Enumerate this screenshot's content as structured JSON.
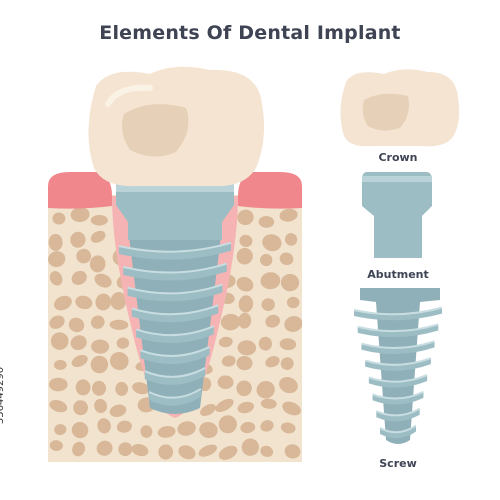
{
  "title": "Elements Of Dental Implant",
  "labels": {
    "crown": "Crown",
    "abutment": "Abutment",
    "screw": "Screw"
  },
  "watermark_id": "556449290",
  "colors": {
    "crown": "#f4e4d1",
    "crown_shade": "#e6d1b8",
    "titanium": "#9dbdc4",
    "titanium_light": "#b9d3d8",
    "titanium_dark": "#7fa2aa",
    "gum": "#f0878c",
    "gum_inner": "#f6b3b3",
    "bone": "#f2e3cf",
    "bone_cells": "#d8b898",
    "text": "#3f4454"
  }
}
